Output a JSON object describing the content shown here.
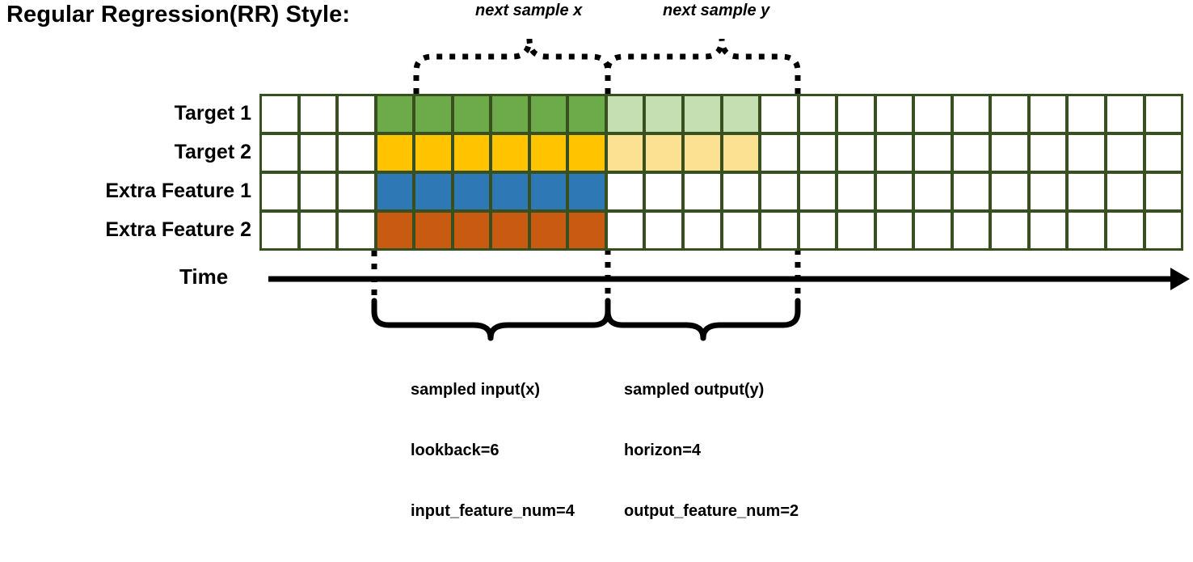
{
  "title": "Regular Regression(RR) Style:",
  "annotations": {
    "next_sample_x": "next sample x",
    "next_sample_y": "next sample y"
  },
  "axis": {
    "label": "Time",
    "arrow_icon": "arrow-right-icon"
  },
  "rows": [
    {
      "label": "Target 1",
      "color": "#6DAA4A",
      "light_color": "#C5DFB3",
      "has_light": true
    },
    {
      "label": "Target 2",
      "color": "#FFC300",
      "light_color": "#FDE193",
      "has_light": true
    },
    {
      "label": "Extra Feature 1",
      "color": "#2E79B5",
      "light_color": "#FFFFFF",
      "has_light": false
    },
    {
      "label": "Extra Feature 2",
      "color": "#C85A12",
      "light_color": "#FFFFFF",
      "has_light": false
    }
  ],
  "grid": {
    "total_columns": 24,
    "lead_blank_columns": 3,
    "input_columns": 6,
    "output_columns": 4,
    "trailing_blank_columns": 11,
    "border_color": "#38501F",
    "empty_color": "#FFFFFF"
  },
  "captions": {
    "left": {
      "line1": "sampled input(x)",
      "line2": "lookback=6",
      "line3": "input_feature_num=4"
    },
    "right": {
      "line1": "sampled output(y)",
      "line2": "horizon=4",
      "line3": "output_feature_num=2"
    }
  },
  "chart_data": {
    "type": "diagram",
    "title": "Regular Regression(RR) Style:",
    "series": [
      {
        "name": "Target 1",
        "input_cells": 6,
        "output_cells": 4
      },
      {
        "name": "Target 2",
        "input_cells": 6,
        "output_cells": 4
      },
      {
        "name": "Extra Feature 1",
        "input_cells": 6,
        "output_cells": 0
      },
      {
        "name": "Extra Feature 2",
        "input_cells": 6,
        "output_cells": 0
      }
    ],
    "lookback": 6,
    "horizon": 4,
    "input_feature_num": 4,
    "output_feature_num": 2
  }
}
